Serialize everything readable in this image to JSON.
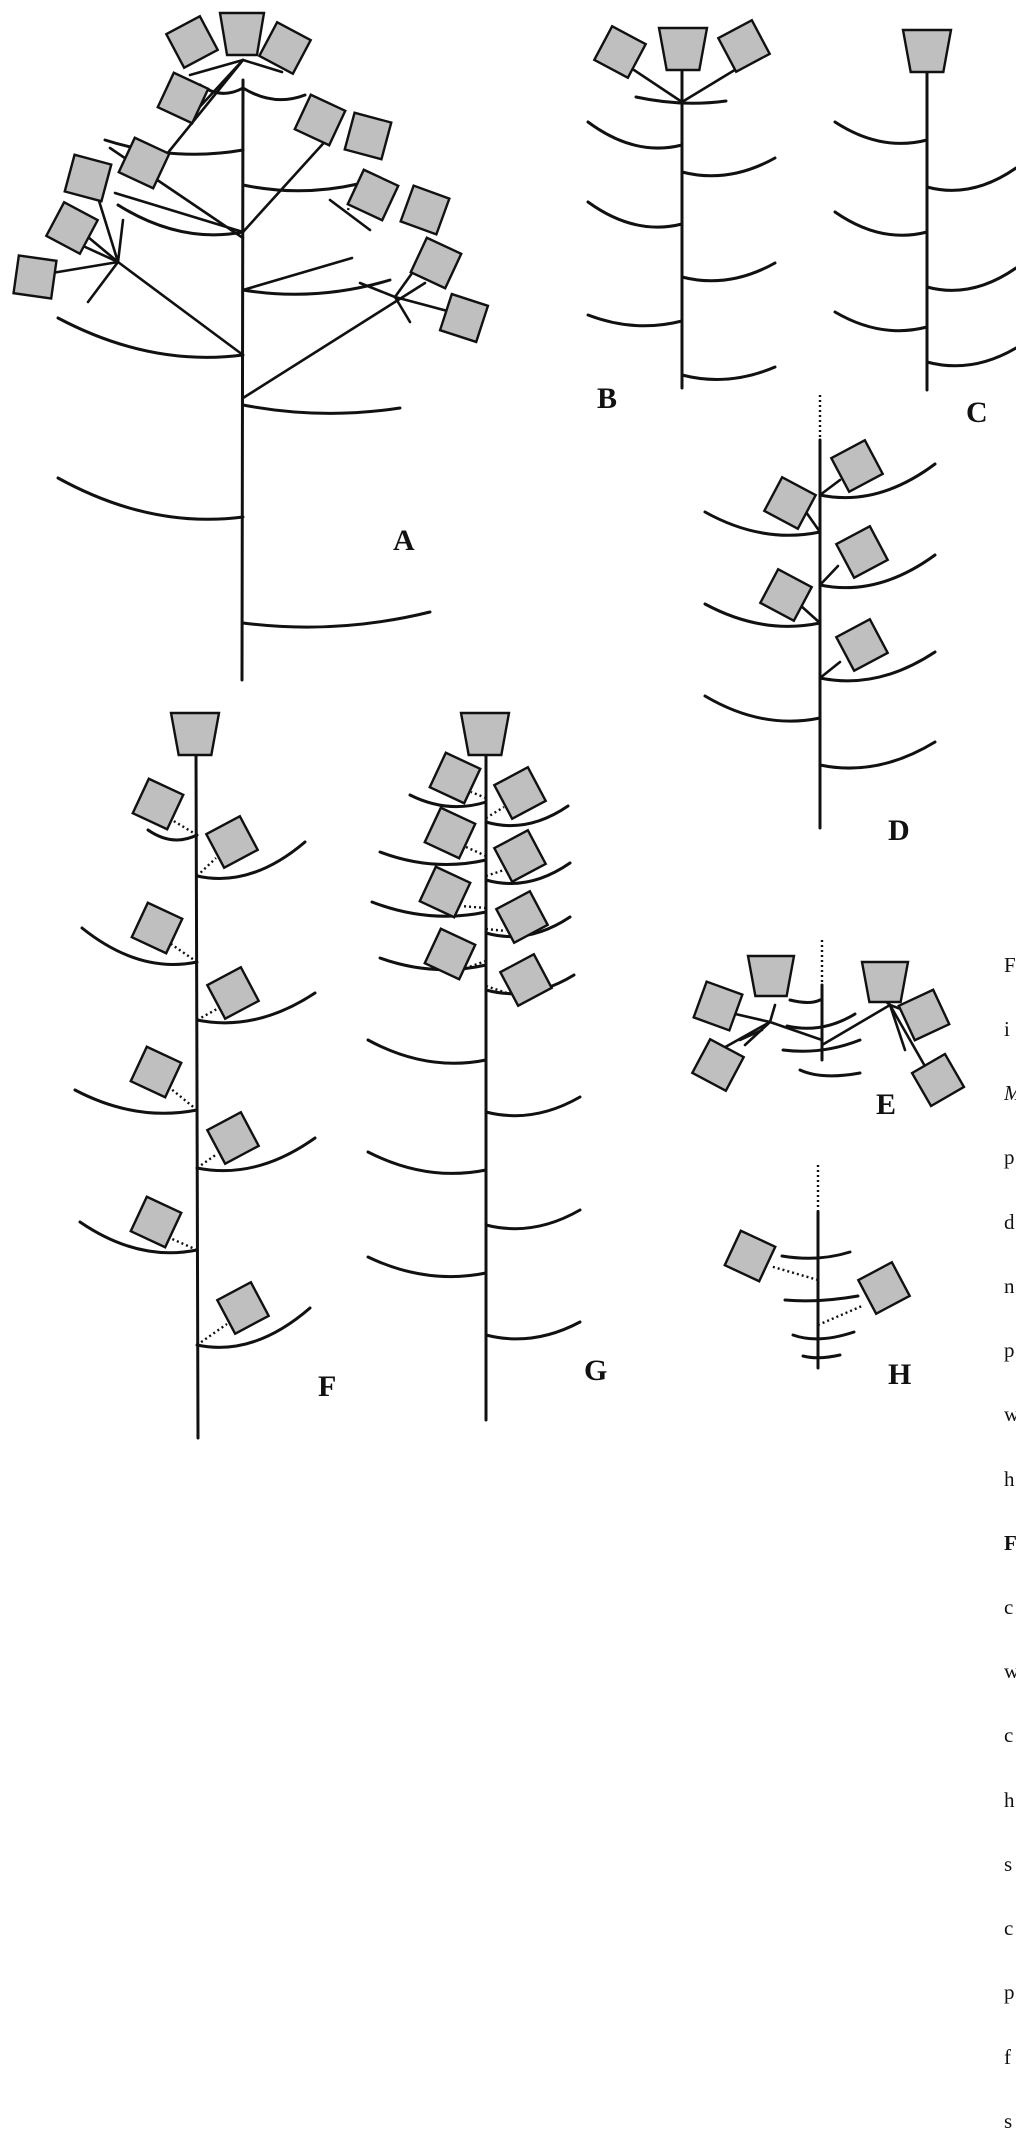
{
  "panels": [
    {
      "id": "A",
      "label": "A"
    },
    {
      "id": "B",
      "label": "B"
    },
    {
      "id": "C",
      "label": "C"
    },
    {
      "id": "D",
      "label": "D"
    },
    {
      "id": "E",
      "label": "E"
    },
    {
      "id": "F",
      "label": "F"
    },
    {
      "id": "G",
      "label": "G"
    },
    {
      "id": "H",
      "label": "H"
    }
  ],
  "caption_fragments": [
    "F",
    "i",
    "M",
    "p",
    "d",
    "n",
    "p",
    "w",
    "h",
    "F",
    "c",
    "w",
    "c",
    "h",
    "s",
    "c",
    "p",
    "f",
    "s"
  ],
  "colors": {
    "flower_fill": "#bfbfbf",
    "line": "#111111",
    "background": "#ffffff"
  }
}
